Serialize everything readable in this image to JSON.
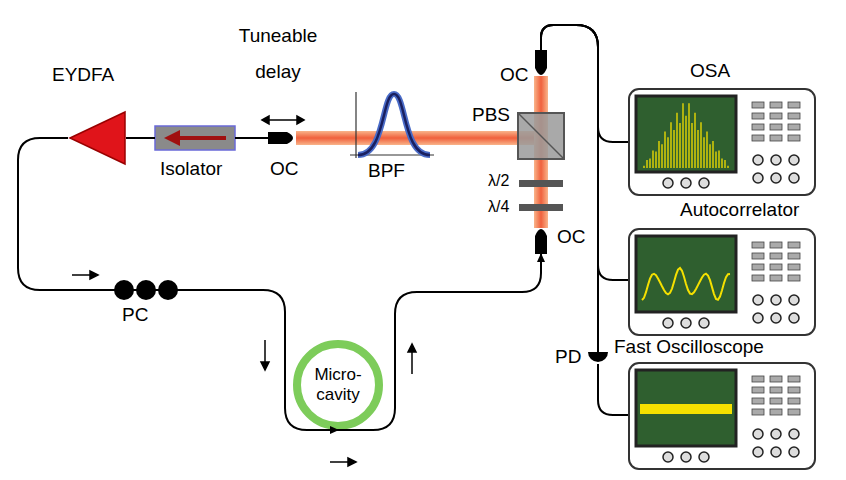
{
  "diagram": {
    "nodes": [
      {
        "text": [
          "EYDFA"
        ]
      },
      {
        "text": [
          "Isolator"
        ]
      },
      {
        "text": [
          "OC"
        ]
      },
      {
        "text": [
          "PBS"
        ]
      },
      {
        "text": [
          "OC"
        ]
      },
      {
        "text": [
          "OC"
        ]
      },
      {
        "text": [
          "Micro-cavity"
        ]
      },
      {
        "text": [
          "OSA"
        ]
      },
      {
        "text": [
          "Autocorrelator"
        ]
      },
      {
        "text": [
          "PD"
        ]
      },
      {
        "text": [
          "Fast Oscilloscope"
        ]
      }
    ],
    "edges": [
      {
        "from": 0,
        "to": 6,
        "arrow": "to"
      },
      {
        "from": 6,
        "to": 5,
        "arrow": "to"
      },
      {
        "from": 1,
        "to": 0,
        "arrow": "none"
      },
      {
        "from": 2,
        "to": 1,
        "arrow": "none"
      },
      {
        "from": 4,
        "to": 7,
        "arrow": "none"
      },
      {
        "from": 4,
        "to": 8,
        "arrow": "none"
      },
      {
        "from": 4,
        "to": 9,
        "arrow": "none"
      },
      {
        "from": 9,
        "to": 10,
        "arrow": "none"
      }
    ],
    "labels": [
      "Tuneable delay",
      "BPF",
      "λ/2",
      "λ/4",
      "PC"
    ]
  }
}
